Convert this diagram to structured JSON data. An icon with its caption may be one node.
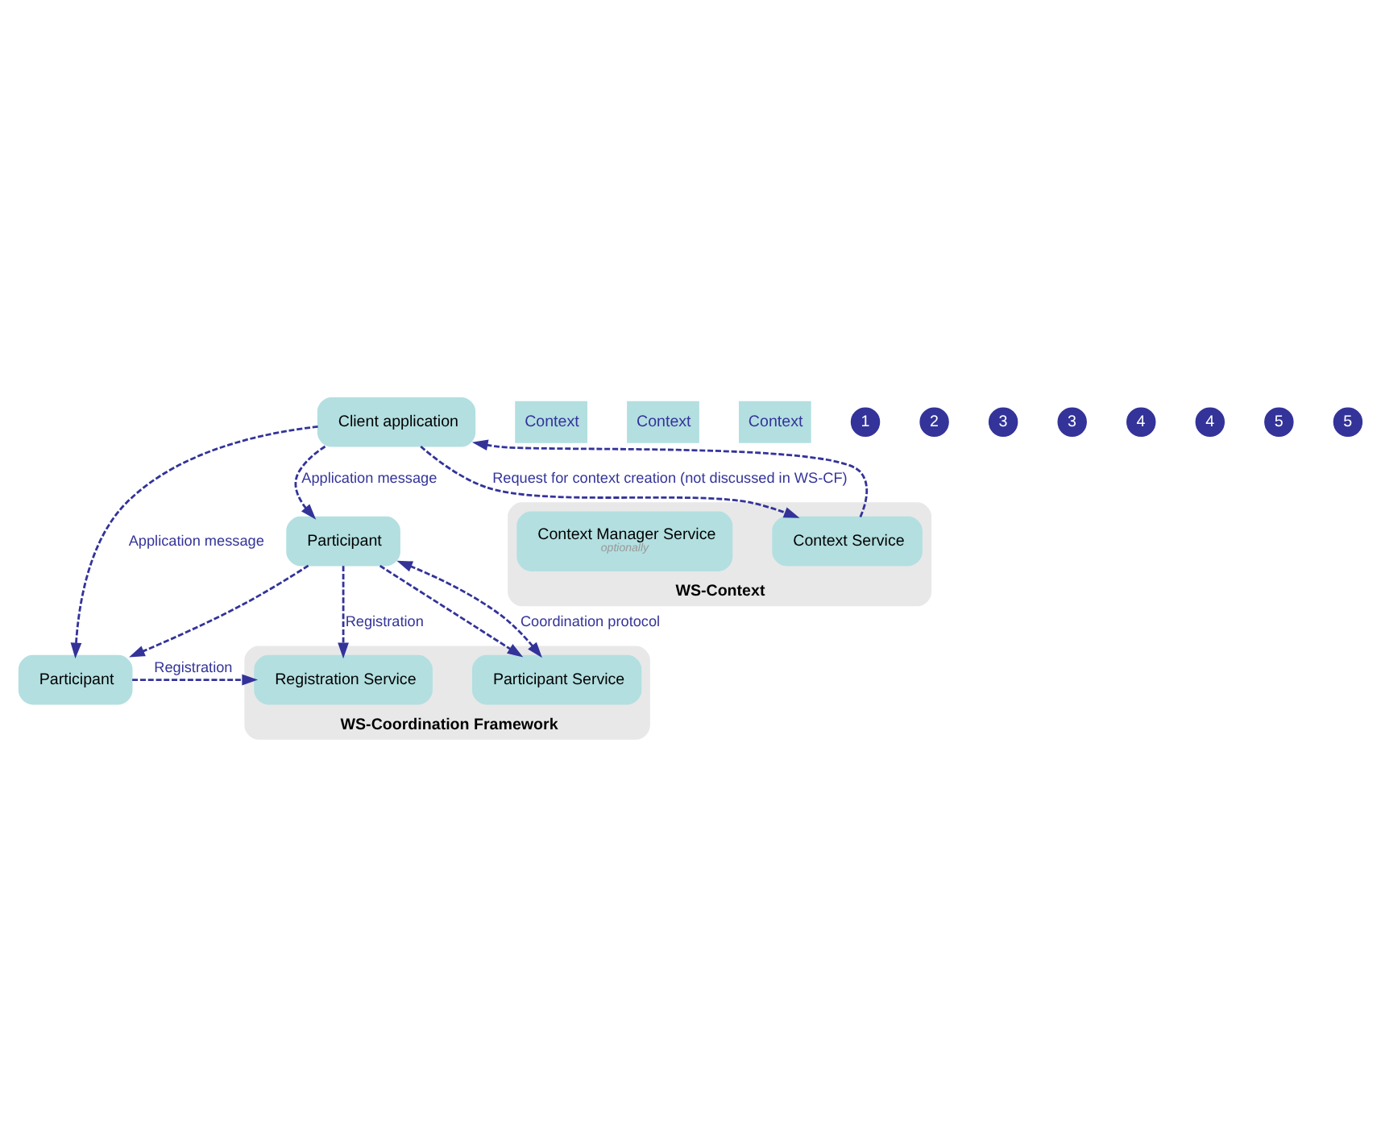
{
  "diagram": {
    "nodes": [
      {
        "text": [
          "Client application"
        ]
      },
      {
        "text": [
          "Participant"
        ]
      },
      {
        "text": [
          "Participant"
        ]
      },
      {
        "text": [
          "WS-Context"
        ]
      },
      {
        "text": [
          "Context Service"
        ],
        "in": 3
      },
      {
        "text": [
          "Context Manager Service",
          "optionally"
        ],
        "in": 3
      },
      {
        "text": [
          "WS-Coordination Framework"
        ]
      },
      {
        "text": [
          "Registration Service"
        ],
        "in": 6
      },
      {
        "text": [
          "Participant Service"
        ],
        "in": 6
      },
      {
        "text": [
          "Context"
        ]
      },
      {
        "text": [
          "Context"
        ]
      },
      {
        "text": [
          "Context"
        ]
      },
      {
        "text": [
          "1"
        ]
      },
      {
        "text": [
          "2"
        ]
      },
      {
        "text": [
          "3"
        ]
      },
      {
        "text": [
          "3"
        ]
      },
      {
        "text": [
          "4"
        ]
      },
      {
        "text": [
          "4"
        ]
      },
      {
        "text": [
          "5"
        ]
      },
      {
        "text": [
          "5"
        ]
      }
    ],
    "edges": [
      {
        "from": 0,
        "to": 4,
        "arrow": "to",
        "label": "Request for context creation (not discussed in WS-CF)",
        "style": "dashed"
      },
      {
        "from": 4,
        "to": 0,
        "arrow": "to",
        "style": "dashed"
      },
      {
        "from": 0,
        "to": 1,
        "arrow": "to",
        "label": "Application message",
        "style": "dashed"
      },
      {
        "from": 0,
        "to": 2,
        "arrow": "to",
        "label": "Application message",
        "style": "dashed"
      },
      {
        "from": 2,
        "to": 1,
        "arrow": "to",
        "style": "dashed"
      },
      {
        "from": 1,
        "to": 7,
        "arrow": "to",
        "label": "Registration",
        "style": "dashed"
      },
      {
        "from": 2,
        "to": 7,
        "arrow": "to",
        "label": "Registration",
        "style": "dashed"
      },
      {
        "from": 2,
        "to": 8,
        "arrow": "to",
        "style": "dashed"
      },
      {
        "from": 8,
        "to": 2,
        "arrow": "both",
        "label": "Coordination protocol",
        "style": "dashed"
      }
    ]
  }
}
